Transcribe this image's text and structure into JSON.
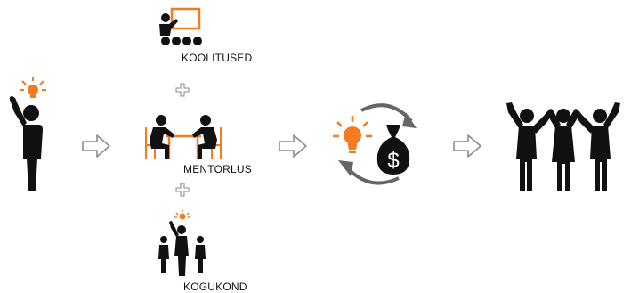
{
  "labels": {
    "trainings": "KOOLITUSED",
    "mentoring": "MENTORLUS",
    "community": "KOGUKOND"
  },
  "symbols": {
    "plus": "+",
    "arrow": "⇨",
    "dollar": "$"
  },
  "icons": [
    "person-with-idea-icon",
    "presentation-audience-icon",
    "mentoring-meeting-icon",
    "community-leader-icon",
    "idea-to-money-cycle-icon",
    "team-celebrating-icon",
    "plus-icon",
    "right-arrow-icon"
  ],
  "colors": {
    "accent": "#f47b20",
    "figure": "#111111",
    "arrow_stroke": "#8c8c8c",
    "cycle_arrows": "#666666"
  }
}
